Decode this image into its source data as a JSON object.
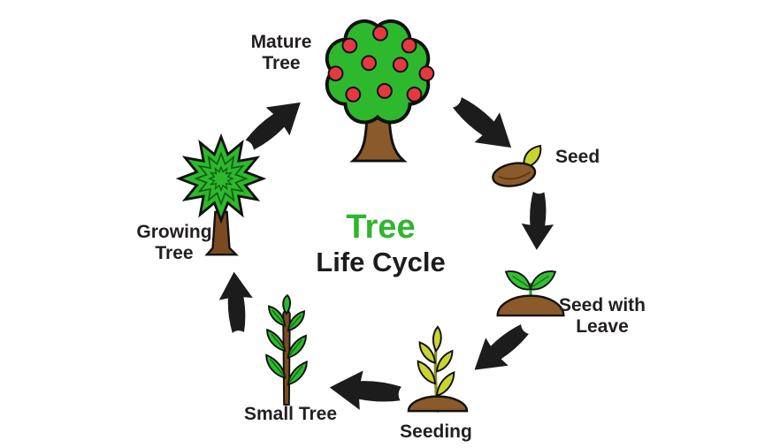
{
  "title": {
    "line1": "Tree",
    "line2": "Life Cycle"
  },
  "stages": {
    "mature_tree": {
      "label": "Mature Tree"
    },
    "seed": {
      "label": "Seed"
    },
    "seed_with_leave": {
      "label": "Seed with Leave"
    },
    "seeding": {
      "label": "Seeding"
    },
    "small_tree": {
      "label": "Small Tree"
    },
    "growing_tree": {
      "label": "Growing Tree"
    }
  },
  "icons": {
    "mature_tree": "apple-tree-icon",
    "seed": "seed-icon",
    "seed_with_leave": "sprout-icon",
    "seeding": "seedling-icon",
    "small_tree": "sapling-icon",
    "growing_tree": "young-tree-icon",
    "arrow": "cycle-arrow-icon"
  },
  "colors": {
    "title_green": "#2fb62f",
    "label_dark": "#231f20",
    "foliage_green": "#2eb82e",
    "yellow_green_leaf": "#c9d52f",
    "trunk_brown": "#8a5a2b",
    "apple_red": "#e6393f",
    "arrow_black": "#1c1c1c",
    "background": "#ffffff"
  }
}
